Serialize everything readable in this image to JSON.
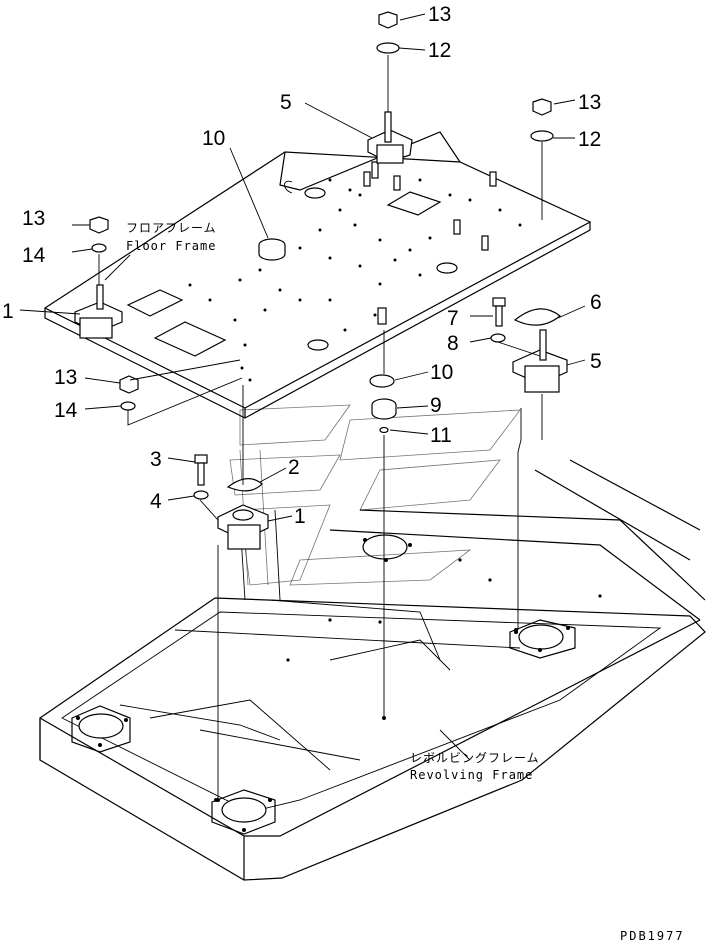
{
  "frame_labels": {
    "floor_frame_jp": "フロアフレーム",
    "floor_frame_en": "Floor Frame",
    "revolving_frame_jp": "レボルビングフレーム",
    "revolving_frame_en": "Revolving Frame"
  },
  "callouts": {
    "c1a": "1",
    "c1b": "1",
    "c2": "2",
    "c3": "3",
    "c4": "4",
    "c5a": "5",
    "c5b": "5",
    "c6": "6",
    "c7": "7",
    "c8": "8",
    "c9": "9",
    "c10a": "10",
    "c10b": "10",
    "c11": "11",
    "c12a": "12",
    "c12b": "12",
    "c13a": "13",
    "c13b": "13",
    "c13c": "13",
    "c13d": "13",
    "c14a": "14",
    "c14b": "14"
  },
  "drawing_code": "PDB1977"
}
